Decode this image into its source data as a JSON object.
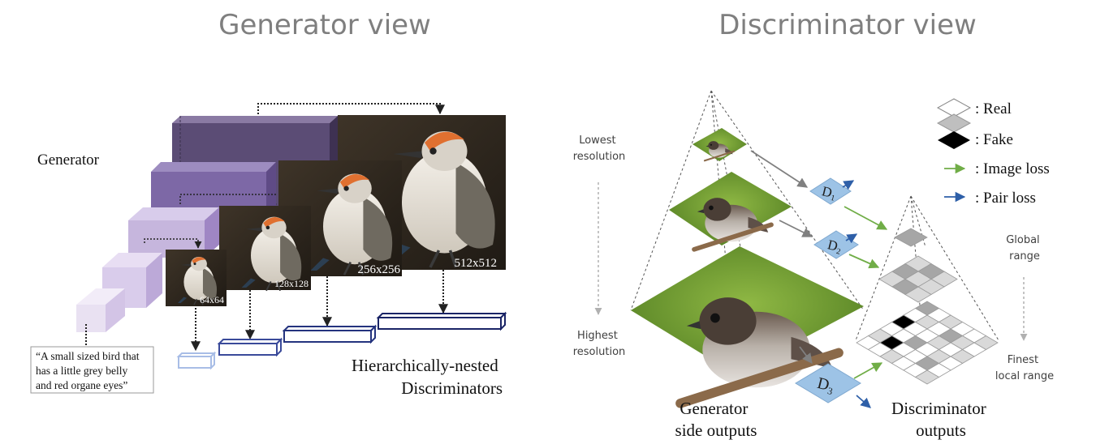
{
  "generator_view": {
    "title": "Generator view",
    "generator_label": "Generator",
    "text_input_lines": [
      "“A small sized bird that",
      "has a little grey belly",
      "and red organe eyes”"
    ],
    "resolution_labels": [
      "64x64",
      "128x128",
      "256x256",
      "512x512"
    ],
    "discriminators_label_lines": [
      "Hierarchically-nested",
      "Discriminators"
    ],
    "colors": {
      "block_light": "#e9e1f2",
      "block_dark": "#5b4c75",
      "discriminator_box": "#1f2a6b"
    }
  },
  "discriminator_view": {
    "title": "Discriminator view",
    "left_axis": {
      "top_lines": [
        "Lowest",
        "resolution"
      ],
      "bottom_lines": [
        "Highest",
        "resolution"
      ]
    },
    "right_axis": {
      "top_lines": [
        "Global",
        "range"
      ],
      "bottom_lines": [
        "Finest",
        "local range"
      ]
    },
    "discriminators": [
      {
        "main": "D",
        "sub": "1"
      },
      {
        "main": "D",
        "sub": "2"
      },
      {
        "main": "D",
        "sub": "3"
      }
    ],
    "legend": [
      {
        "symbol": "white-diamond",
        "label": ": Real"
      },
      {
        "symbol": "gray-diamond",
        "label": ": Fake"
      },
      {
        "symbol": "green-arrow",
        "label": ": Image loss"
      },
      {
        "symbol": "blue-arrow",
        "label": ": Pair loss"
      }
    ],
    "bottom_left_lines": [
      "Generator",
      "side outputs"
    ],
    "bottom_right_lines": [
      "Discriminator",
      "outputs"
    ],
    "colors": {
      "image_loss": "#70ad47",
      "pair_loss": "#2e5fa8",
      "discriminator_box": "#9dc3e6"
    }
  }
}
